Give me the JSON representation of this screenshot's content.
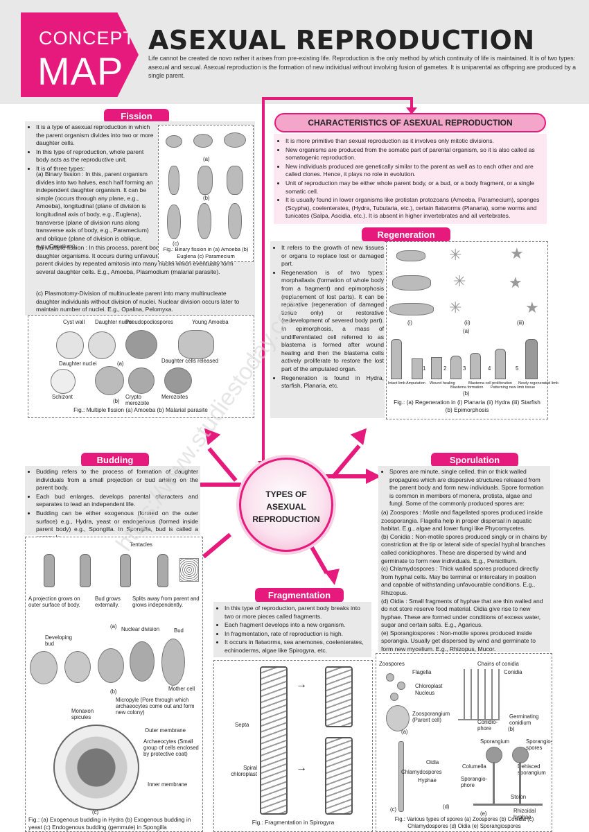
{
  "header": {
    "badge_top": "CONCEPT",
    "badge_bottom": "MAP",
    "title": "ASEXUAL REPRODUCTION",
    "intro": "Life cannot be created de novo rather it arises from pre-existing life. Reproduction is the only method by which continuity of life is maintained. It is of two types: asexual and sexual. Asexual reproduction is the formation of new individual without involving fusion of gametes. It is uniparental as offspring are produced by a single parent."
  },
  "colors": {
    "accent": "#e6197d",
    "panel": "#e9e9e9",
    "header_bg": "#e8e8e8"
  },
  "fission": {
    "tab": "Fission",
    "points": [
      "It is a type of asexual reproduction in which the parent organism divides into two or more daughter cells.",
      "In this type of reproduction, whole parent body acts as the reproductive unit.",
      "It is of three types:"
    ],
    "binary": "(a) Binary fission : In this, parent organism divides into two halves, each half forming an independent daughter organism. It can be simple (occurs through any plane, e.g., Amoeba), longitudinal (plane of division is longitudinal axis of body, e.g., Euglena), transverse (plane of division runs along transverse axis of body, e.g., Paramecium) and oblique (plane of division is oblique, e.g., Ceratium).",
    "multiple": "(b) Multiple fission : In this process, parent body divides into many similar daughter organisms. It occurs during unfavourable conditions. Nucleus of the parent divides by repeated amitosis into many nuclei which eventually form several daughter cells. E.g., Amoeba, Plasmodium (malarial parasite).",
    "plasmotomy": "(c) Plasmotomy-Division of multinucleate parent into many multinucleate daughter individuals without division of nuclei. Nuclear division occurs later to maintain number of nuclei. E.g., Opalina, Pelomyxa.",
    "fig1_caption": "Fig.: Binary fission in (a) Amoeba (b) Euglena (c) Paramecium",
    "fig1_labels": [
      "(a)",
      "(b)",
      "(c)"
    ],
    "fig2_labels": [
      "Cyst wall",
      "Daughter nuclei",
      "Pseudopodiospores",
      "Young Amoeba",
      "Daughter nuclei",
      "(a)",
      "Daughter cells released",
      "Schizont",
      "Crypto merozoite",
      "Merozoites",
      "(b)"
    ],
    "fig2_caption": "Fig.: Multiple fission (a) Amoeba (b) Malarial parasite"
  },
  "characteristics": {
    "title": "CHARACTERISTICS OF ASEXUAL REPRODUCTION",
    "points": [
      "It is more primitive than sexual reproduction as it involves only mitotic divisions.",
      "New organisms are produced from the somatic part of parental organism, so it is also called as somatogenic reproduction.",
      "New individuals produced are genetically similar to the parent as well as to each other and are called clones. Hence, it plays no role in evolution.",
      "Unit of reproduction may be either whole parent body, or a bud, or a body fragment, or a single somatic cell.",
      "It is usually found in lower organisms like protistan protozoans (Amoeba, Paramecium), sponges (Scypha), coelenterates, (Hydra, Tubularia, etc.), certain flatworms (Planaria), some worms and tunicates (Salpa, Ascidia, etc.). It is absent in higher invertebrates and all vertebrates."
    ]
  },
  "regeneration": {
    "tab": "Regeneration",
    "points": [
      "It refers to the growth of new tissues or organs to replace lost or damaged part.",
      "Regeneration is of two types: morphallaxis (formation of whole body from a fragment) and epimorphosis (replacement of lost parts). It can be reparative (regeneration of damaged tissue only) or restorative (redevelopment of severed body part). In epimorphosis, a mass of undifferentiated cell referred to as blastema is formed after wound healing and then the blastema cells actively proliferate to restore the lost part of the amputated organ.",
      "Regeneration is found in Hydra, starfish, Planaria, etc."
    ],
    "fig_labels": [
      "(i)",
      "(ii)",
      "(iii)",
      "(a)",
      "(b)"
    ],
    "stage_labels": [
      "Intact limb",
      "Amputation",
      "Wound healing",
      "Blastema formation",
      "Blastema cell proliferation",
      "Patterning new limb tissue",
      "Newly regenerated limb"
    ],
    "stage_nums": [
      "1",
      "2",
      "3",
      "4",
      "5"
    ],
    "caption": "Fig.: (a) Regeneration in (i) Planaria (ii) Hydra (iii) Starfish (b) Epimorphosis"
  },
  "center": {
    "line1": "TYPES OF",
    "line2": "ASEXUAL",
    "line3": "REPRODUCTION"
  },
  "budding": {
    "tab": "Budding",
    "points": [
      "Budding refers to the process of formation of daughter individuals from a small projection or bud arising on the parent body.",
      "Each bud enlarges, develops parental characters and separates to lead an independent life.",
      "Budding can be either exogenous (formed on the outer surface) e.g., Hydra, yeast or endogenous (formed inside parent body) e.g., Spongilla. In Spongilla, bud is called a gemmule."
    ],
    "fig_labels": [
      "Tentacles",
      "A projection grows on outer surface of body.",
      "Bud grows externally.",
      "Splits away from parent and grows independently.",
      "(a)",
      "Developing bud",
      "Nuclear division",
      "Bud",
      "Mother cell",
      "(b)",
      "Micropyle (Pore through which archaeocytes come out and form new colony)",
      "Monaxon spicules",
      "Outer membrane",
      "Archaeocytes (Small group of cells enclosed by protective coat)",
      "Inner membrane",
      "(c)"
    ],
    "caption": "Fig.: (a) Exogenous budding in Hydra (b) Exogenous budding in yeast (c) Endogenous budding (gemmule) in Spongilla"
  },
  "fragmentation": {
    "tab": "Fragmentation",
    "points": [
      "In this type of reproduction, parent body breaks into two or more pieces called fragments.",
      "Each fragment develops into a new organism.",
      "In fragmentation, rate of reproduction is high.",
      "It occurs in flatworms, sea anemones, coelenterates, echinoderms, algae like Spirogyra, etc."
    ],
    "fig_labels": [
      "Septa",
      "Spiral chloroplast"
    ],
    "caption": "Fig.: Fragmentation in Spirogyra"
  },
  "sporulation": {
    "tab": "Sporulation",
    "points": [
      "Spores are minute, single celled, thin or thick walled propagules which are dispersive structures released from the parent body and form new individuals. Spore formation is common in members of monera, protista, algae and fungi. Some of the commonly produced spores are:"
    ],
    "types": [
      "(a) Zoospores : Motile and flagellated spores produced inside zoosporangia. Flagella help in proper dispersal in aquatic habitat. E.g., algae and lower fungi like Phycomycetes.",
      "(b) Conidia : Non-motile spores produced singly or in chains by constriction at the tip or lateral side of special hyphal branches called conidiophores. These are dispersed by wind and germinate to form new individuals. E.g., Penicillium.",
      "(c) Chlamydospores : Thick walled spores produced directly from hyphal cells. May be terminal or intercalary in position and capable of withstanding unfavourable conditions. E.g., Rhizopus.",
      "(d) Oidia : Small fragments of hyphae that are thin walled and do not store reserve food material. Oidia give rise to new hyphae. These are formed under conditions of excess water, sugar and certain salts. E.g., Agaricus.",
      "(e) Sporangiospores : Non-motile spores produced inside sporangia. Usually get dispersed by wind and germinate to form new mycelium. E.g., Rhizopus, Mucor."
    ],
    "fig_labels": [
      "Zoospores",
      "Flagella",
      "Chloroplast",
      "Nucleus",
      "Zoosporangium (Parent cell)",
      "(a)",
      "Chains of conidia",
      "Conidia",
      "Conidio- phore",
      "Germinating conidium",
      "(b)",
      "Oidia",
      "Chlamydospores",
      "Hyphae",
      "(c)",
      "(d)",
      "Sporangium",
      "Sporangio- spores",
      "Columella",
      "Dehisced sporangium",
      "Sporangio- phore",
      "Stolon",
      "Rhizoidal hyphae",
      "(e)"
    ],
    "caption": "Fig.: Various types of spores (a) Zoospores (b) Conidia (c) Chlamydospores (d) Oidia (e) Sporangiospores"
  },
  "watermark": "https://www.studiestoday.com"
}
